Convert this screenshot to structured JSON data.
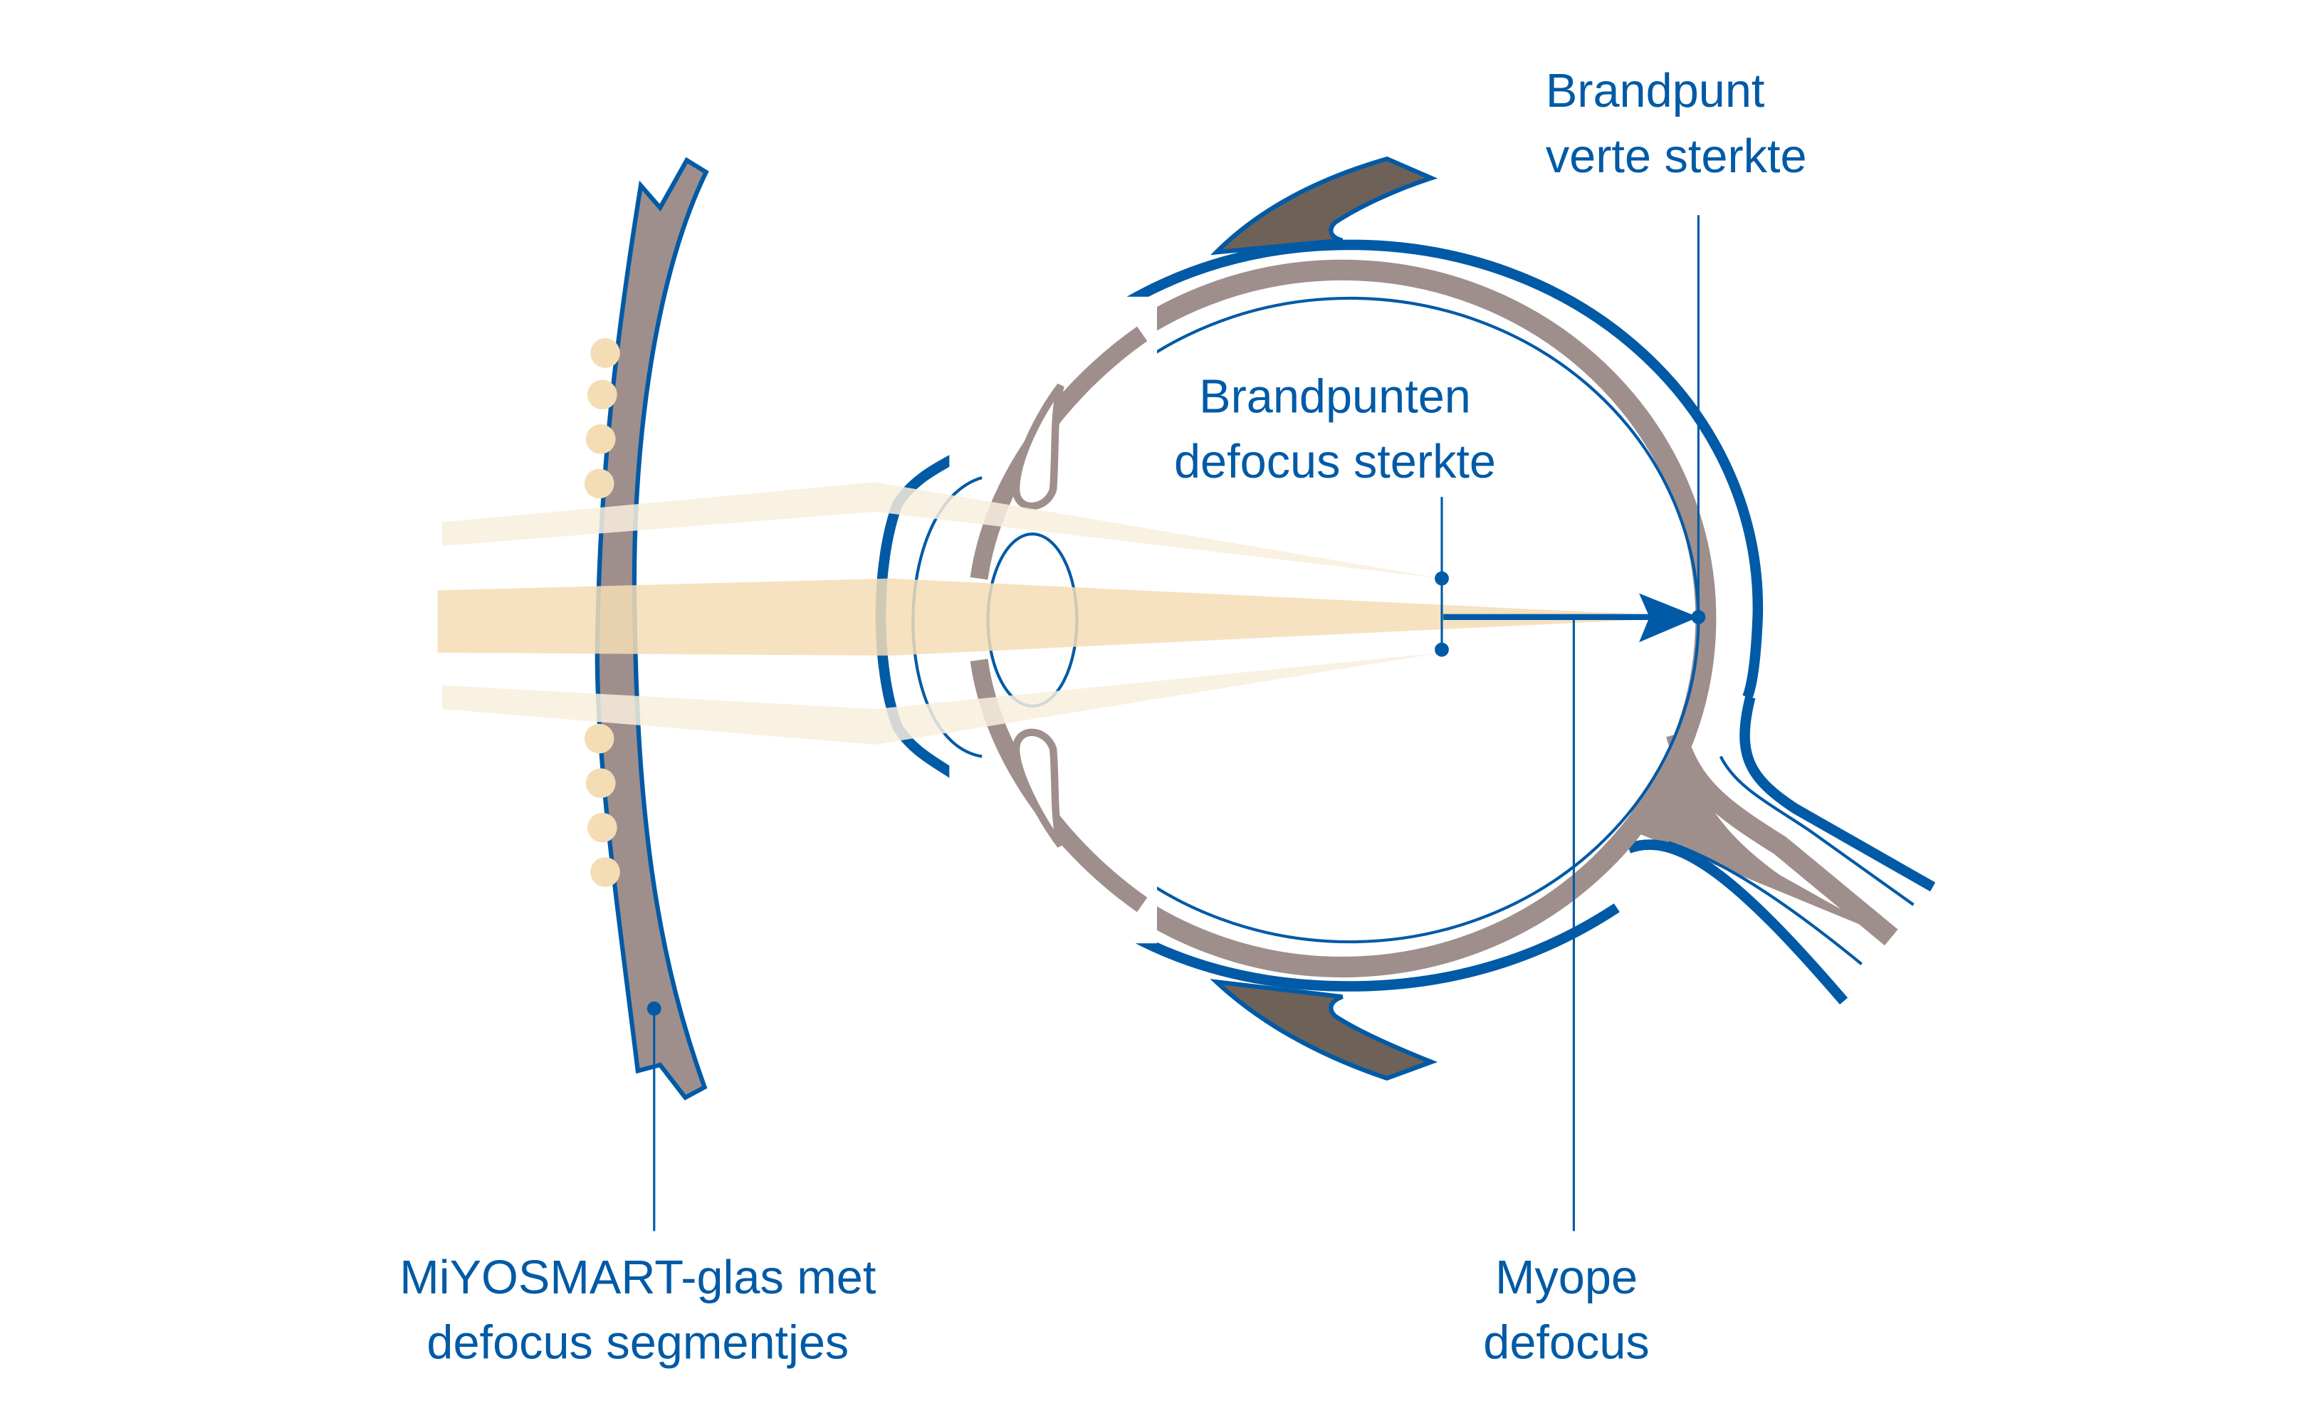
{
  "colors": {
    "blue": "#005aa6",
    "gray": "#9e8f8d",
    "brown": "#6e6158",
    "beam": "#f4ddb5",
    "beam_light": "#f8eedd"
  },
  "labels": {
    "far_focus": [
      "Brandpunt",
      "verte sterkte"
    ],
    "defocus_focus": [
      "Brandpunten",
      "defocus sterkte"
    ],
    "lens": [
      "MiYOSMART-glas met",
      "defocus segmentjes"
    ],
    "myopic_defocus": [
      "Myope",
      "defocus"
    ]
  }
}
